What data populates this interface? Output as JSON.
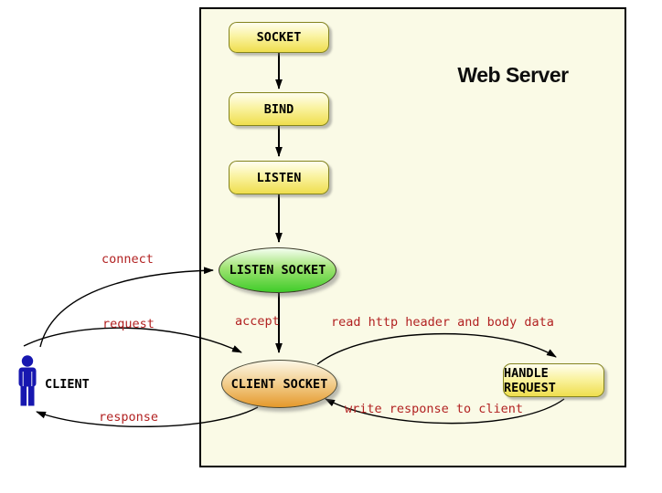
{
  "diagram": {
    "title": "Web Server",
    "nodes": {
      "socket": {
        "label": "SOCKET",
        "shape": "rounded-rect"
      },
      "bind": {
        "label": "BIND",
        "shape": "rounded-rect"
      },
      "listen": {
        "label": "LISTEN",
        "shape": "rounded-rect"
      },
      "listen_socket": {
        "label": "LISTEN SOCKET",
        "shape": "ellipse"
      },
      "client_socket": {
        "label": "CLIENT SOCKET",
        "shape": "ellipse"
      },
      "handle_request": {
        "label": "HANDLE REQUEST",
        "shape": "rounded-rect"
      }
    },
    "actor": {
      "label": "CLIENT",
      "icon": "person-icon"
    },
    "edges": [
      {
        "id": "socket-to-bind",
        "from": "SOCKET",
        "to": "BIND",
        "label": ""
      },
      {
        "id": "bind-to-listen",
        "from": "BIND",
        "to": "LISTEN",
        "label": ""
      },
      {
        "id": "listen-to-listen-socket",
        "from": "LISTEN",
        "to": "LISTEN SOCKET",
        "label": ""
      },
      {
        "id": "accept",
        "from": "LISTEN SOCKET",
        "to": "CLIENT SOCKET",
        "label": "accept"
      },
      {
        "id": "connect",
        "from": "CLIENT",
        "to": "LISTEN SOCKET",
        "label": "connect"
      },
      {
        "id": "request",
        "from": "CLIENT",
        "to": "CLIENT SOCKET",
        "label": "request"
      },
      {
        "id": "response",
        "from": "CLIENT SOCKET",
        "to": "CLIENT",
        "label": "response"
      },
      {
        "id": "read",
        "from": "CLIENT SOCKET",
        "to": "HANDLE REQUEST",
        "label": "read http header and body data"
      },
      {
        "id": "write",
        "from": "HANDLE REQUEST",
        "to": "CLIENT SOCKET",
        "label": "write response to client"
      }
    ],
    "colors": {
      "canvas_bg": "#FFFFFF",
      "server_bg": "#FAFAE6",
      "server_border": "#000000",
      "process_fill_top": "#FFFEF0",
      "process_fill_bottom": "#EFDE4E",
      "process_border": "#83831E",
      "listen_socket_top": "#F5FEF1",
      "listen_socket_bottom": "#3FCC29",
      "client_socket_top": "#FCF7E6",
      "client_socket_bottom": "#E5992B",
      "edge_label": "#B22222",
      "arrow": "#000000",
      "actor_blue": "#1717B0",
      "title_text": "#0D0D0D"
    }
  }
}
